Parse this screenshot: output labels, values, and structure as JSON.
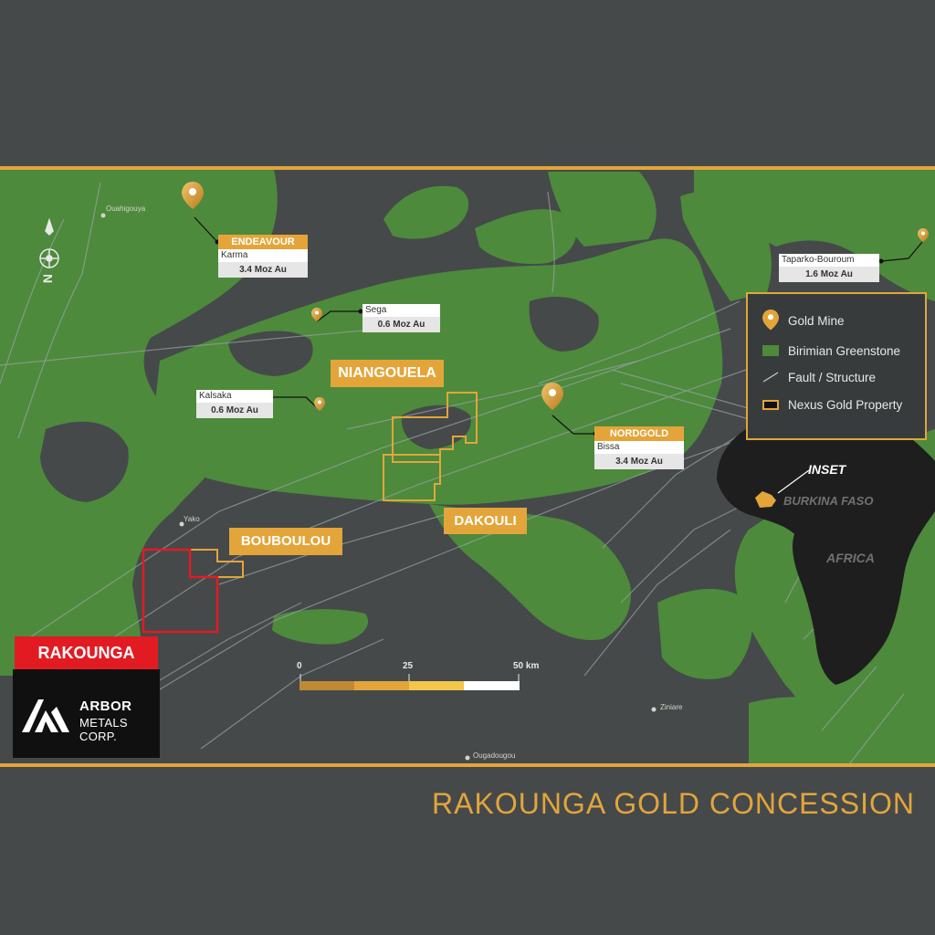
{
  "title": "RAKOUNGA GOLD CONCESSION",
  "colors": {
    "background": "#45494a",
    "greenstone": "#4d8a3c",
    "accent": "#e3a53a",
    "rakounga_red": "#e21b23",
    "africa": "#1e1e1e"
  },
  "regions": {
    "niangouela": "NIANGOUELA",
    "dakouli": "DAKOULI",
    "bouboulou": "BOUBOULOU"
  },
  "mines": [
    {
      "company": "ENDEAVOUR",
      "name": "Karma",
      "resource": "3.4 Moz Au"
    },
    {
      "company": "",
      "name": "Sega",
      "resource": "0.6 Moz Au"
    },
    {
      "company": "",
      "name": "Kalsaka",
      "resource": "0.6 Moz Au"
    },
    {
      "company": "NORDGOLD",
      "name": "Bissa",
      "resource": "3.4 Moz Au"
    },
    {
      "company": "",
      "name": "Taparko-Bouroum",
      "resource": "1.6 Moz Au"
    }
  ],
  "towns": [
    "Ouahigouya",
    "Yako",
    "Ziniare",
    "Ougadougou"
  ],
  "legend": {
    "gold_mine": "Gold Mine",
    "greenstone": "Birimian Greenstone",
    "fault": "Fault / Structure",
    "property": "Nexus Gold Property"
  },
  "scale_bar": {
    "labels": [
      "0",
      "25",
      "50 km"
    ]
  },
  "north_arrow": {
    "label": "N"
  },
  "inset": {
    "label": "INSET",
    "country": "BURKINA FASO",
    "continent": "AFRICA"
  },
  "badge": "RAKOUNGA",
  "logo": {
    "name": "ARBOR",
    "sub": "METALS CORP."
  },
  "icons": [
    "gold-pin-icon",
    "compass-icon",
    "arbor-logo-icon"
  ]
}
